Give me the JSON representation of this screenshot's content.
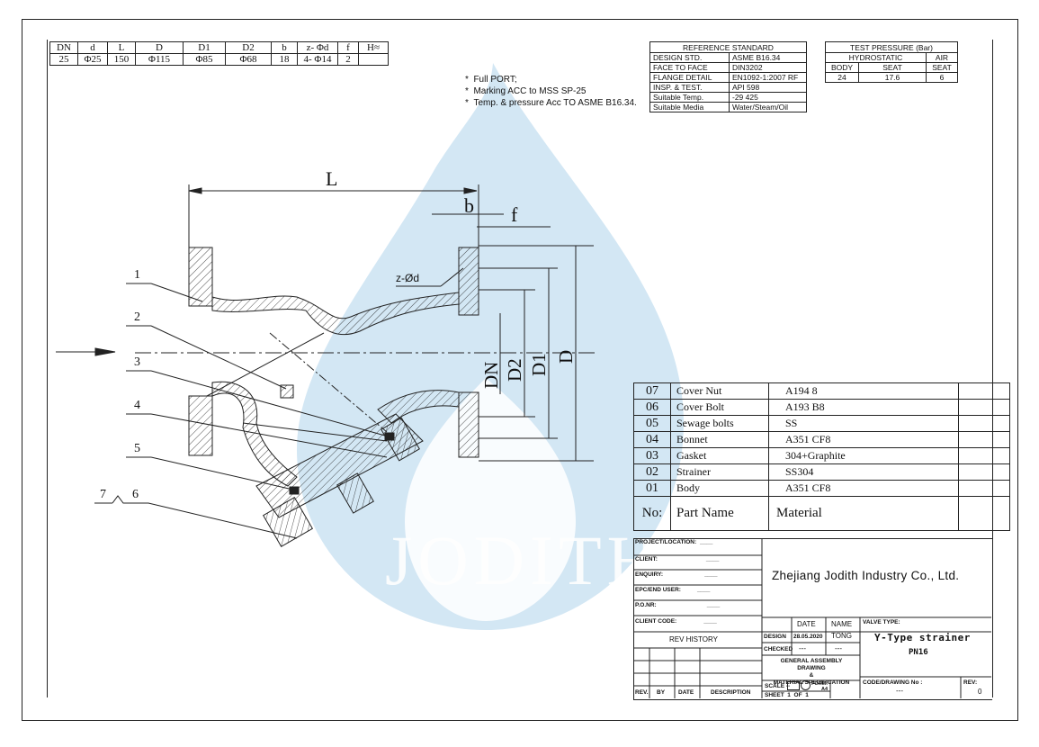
{
  "dim_table": {
    "headers": [
      "DN",
      "d",
      "L",
      "D",
      "D1",
      "D2",
      "b",
      "z- Φd",
      "f",
      "H≈"
    ],
    "row": [
      "25",
      "Φ25",
      "150",
      "Φ115",
      "Φ85",
      "Φ68",
      "18",
      "4- Φ14",
      "2",
      ""
    ]
  },
  "notes": [
    "Full PORT;",
    "Marking ACC to MSS SP-25",
    "Temp. & pressure Acc TO ASME B16.34."
  ],
  "reference_standard": {
    "title": "REFERENCE STANDARD",
    "rows": [
      [
        "DESIGN STD.",
        "ASME B16.34"
      ],
      [
        "FACE TO FACE",
        "DIN3202"
      ],
      [
        "FLANGE DETAIL",
        "EN1092-1:2007 RF"
      ],
      [
        "INSP. & TEST.",
        "API 598"
      ],
      [
        "Suitable Temp.",
        "-29   425"
      ],
      [
        "Suitable Media",
        "Water/Steam/Oil"
      ]
    ]
  },
  "test_pressure": {
    "title": "TEST PRESSURE (Bar)",
    "hydrostatic": "HYDROSTATIC",
    "air": "AIR",
    "headers": [
      "BODY",
      "SEAT",
      "SEAT"
    ],
    "values": [
      "24",
      "17.6",
      "6"
    ]
  },
  "drawing_labels": {
    "L": "L",
    "b": "b",
    "f": "f",
    "zd": "z-Ød",
    "DN": "DN",
    "D2": "D2",
    "D1": "D1",
    "D": "D",
    "callouts": [
      "1",
      "2",
      "3",
      "4",
      "5",
      "7",
      "6"
    ]
  },
  "watermark": "JODITH",
  "parts": {
    "rows": [
      [
        "07",
        "Cover Nut",
        "A194 8"
      ],
      [
        "06",
        "Cover Bolt",
        "A193 B8"
      ],
      [
        "05",
        "Sewage bolts",
        "SS"
      ],
      [
        "04",
        "Bonnet",
        "A351 CF8"
      ],
      [
        "03",
        "Gasket",
        "304+Graphite"
      ],
      [
        "02",
        "Strainer",
        "SS304"
      ],
      [
        "01",
        "Body",
        "A351 CF8"
      ]
    ],
    "header": [
      "No:",
      "Part Name",
      "Material"
    ]
  },
  "title_block": {
    "fields": [
      "PROJECT/LOCATION:",
      "CLIENT:",
      "ENQUIRY:",
      "EPC/END USER:",
      "P.O.NR:",
      "CLIENT CODE:"
    ],
    "blank": "____",
    "company": "Zhejiang Jodith Industry Co., Ltd.",
    "rev_history": "REV HISTORY",
    "rev_headers": [
      "REV.",
      "BY",
      "DATE",
      "DESCRIPTION"
    ],
    "date_label": "DATE",
    "name_label": "NAME",
    "design_label": "DESIGN",
    "design_date": "28.05.2020",
    "design_name": "TONG",
    "checked_label": "CHECKED",
    "checked_date": "---",
    "checked_name": "---",
    "gen_lines": [
      "GENERAL ASSEMBLY DRAWING",
      "&",
      "MATERIAL SPECIFICATION"
    ],
    "scale_label": "SCALE",
    "scale_value": "--",
    "form_label": "FORM:",
    "form_value": "A4",
    "sheet_label": "SHEET",
    "sheet_value": "1",
    "of_label": "OF",
    "of_value": "1",
    "valve_type_label": "VALVE TYPE:",
    "valve_type": "Y-Type strainer",
    "valve_pn": "PN16",
    "code_label": "CODE/DRAWING No :",
    "code_value": "---",
    "rev_label": "REV:",
    "rev_value": "0"
  },
  "colors": {
    "watermark": "#cfe4f2",
    "line": "#222222"
  }
}
